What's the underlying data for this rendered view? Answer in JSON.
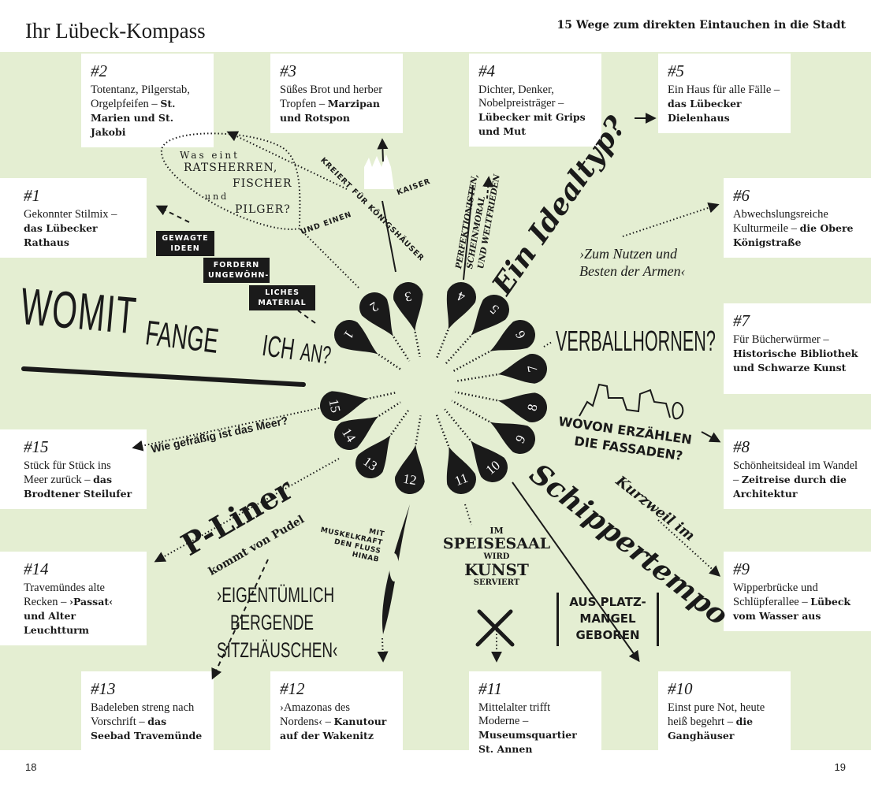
{
  "header": {
    "title": "Ihr Lübeck-Kompass",
    "subtitle": "15 Wege zum direkten Eintauchen in die Stadt"
  },
  "pages": {
    "left": "18",
    "right": "19"
  },
  "boxes": [
    {
      "num": "#1",
      "text": "Gekonnter Stilmix –",
      "bold": "das Lübecker Rathaus"
    },
    {
      "num": "#2",
      "text": "Totentanz, Pilgerstab, Orgelpfeifen –",
      "bold": "St. Marien und St. Jakobi"
    },
    {
      "num": "#3",
      "text": "Süßes Brot und herber Tropfen –",
      "bold": "Marzipan und Rotspon"
    },
    {
      "num": "#4",
      "text": "Dichter, Denker, Nobelpreisträger –",
      "bold": "Lübecker mit Grips und Mut"
    },
    {
      "num": "#5",
      "text": "Ein Haus für alle Fälle –",
      "bold": "das Lübecker Dielenhaus"
    },
    {
      "num": "#6",
      "text": "Abwechslungsreiche Kulturmeile –",
      "bold": "die Obere Königstraße"
    },
    {
      "num": "#7",
      "text": "Für Bücherwürmer –",
      "bold": "Historische Bibliothek und Schwarze Kunst"
    },
    {
      "num": "#8",
      "text": "Schönheitsideal im Wandel –",
      "bold": "Zeitreise durch die Architektur"
    },
    {
      "num": "#9",
      "text": "Wipperbrücke und Schlüpferallee –",
      "bold": "Lübeck vom Wasser aus"
    },
    {
      "num": "#10",
      "text": "Einst pure Not, heute heiß begehrt –",
      "bold": "die Ganghäuser"
    },
    {
      "num": "#11",
      "text": "Mittelalter trifft Moderne –",
      "bold": "Museumsquartier St. Annen"
    },
    {
      "num": "#12",
      "text": "›Amazonas des Nordens‹ –",
      "bold": "Kanutour auf der Wakenitz"
    },
    {
      "num": "#13",
      "text": "Badeleben streng nach Vorschrift –",
      "bold": "das Seebad Travemünde"
    },
    {
      "num": "#14",
      "text": "Travemündes alte Recken –",
      "bold": "›Passat‹ und Alter Leuchtturm"
    },
    {
      "num": "#15",
      "text": "Stück für Stück ins Meer zurück –",
      "bold": "das Brodtener Steilufer"
    }
  ],
  "pins": [
    "1",
    "2",
    "3",
    "4",
    "5",
    "6",
    "7",
    "8",
    "9",
    "10",
    "11",
    "12",
    "13",
    "14",
    "15"
  ],
  "center": {
    "title1": "WOMIT",
    "title2": "FANGE",
    "title3": "ICH",
    "title4": "AN?"
  },
  "phrases": {
    "was_eint": "Was eint",
    "ratsherren": "RATSHERREN,",
    "fischer": "FISCHER",
    "und": "und",
    "pilger": "PILGER?",
    "tag1": "GEWAGTE IDEEN",
    "tag2": "FORDERN UNGEWÖHN-",
    "tag3": "LICHES MATERIAL",
    "kreiert1": "KREIERT FÜR KÖNIGSHÄUSER",
    "kreiert2": "UND EINEN",
    "kreiert3": "KAISER",
    "perfekt1": "PERFEKTIONISTEN,",
    "perfekt2": "SCHEINMORAL",
    "perfekt3": "UND WELTFRIEDEN",
    "idealtyp": "Ein Idealtyp?",
    "nutzen1": "›Zum Nutzen und",
    "nutzen2": "Besten der Armen‹",
    "verball": "VERBALLHORNEN?",
    "wovon1": "WOVON ERZÄHLEN",
    "wovon2": "DIE FASSADEN?",
    "kurzweil": "Kurzweil im",
    "schipper": "Schippertempo",
    "aus1": "AUS PLATZ-",
    "aus2": "MANGEL",
    "aus3": "GEBOREN",
    "im": "IM",
    "speisesaal": "SPEISESAAL",
    "wird": "WIRD",
    "kunst": "KUNST",
    "serviert": "SERVIERT",
    "mit": "MIT",
    "muskel": "MUSKELKRAFT",
    "fluss": "DEN FLUSS",
    "hinab": "HINAB",
    "eigen1": "›EIGENTÜMLICH",
    "eigen2": "BERGENDE",
    "eigen3": "SITZHÄUSCHEN‹",
    "pliner": "P-Liner",
    "pudel": "kommt von Pudel",
    "meer": "Wie gefräßig ist das Meer?"
  },
  "colors": {
    "background": "#e4eed2",
    "ink": "#1a1a1a"
  }
}
